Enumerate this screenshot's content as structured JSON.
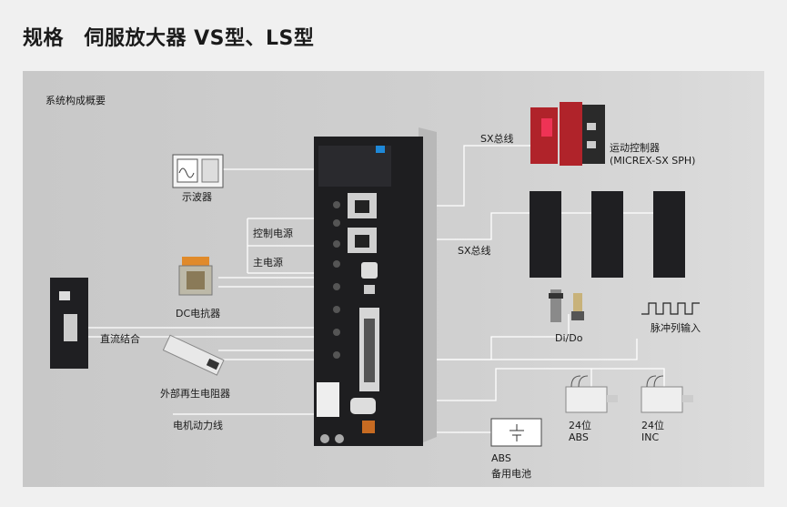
{
  "title": "规格　伺服放大器 VS型、LS型",
  "subtitle": "系统构成概要",
  "labels": {
    "oscilloscope": "示波器",
    "control_power": "控制电源",
    "main_power": "主电源",
    "dc_reactor": "DC电抗器",
    "dc_link": "直流结合",
    "regen_resistor": "外部再生电阻器",
    "motor_power_line": "电机动力线",
    "sx_bus_1": "SX总线",
    "sx_bus_2": "SX总线",
    "motion_controller": "运动控制器",
    "motion_controller_model": "(MICREX-SX SPH)",
    "dido": "Di/Do",
    "pulse_input": "脉冲列输入",
    "abs_bits": "24位",
    "abs_type": "ABS",
    "inc_bits": "24位",
    "inc_type": "INC",
    "battery_line1": "ABS",
    "battery_line2": "备用电池"
  },
  "colors": {
    "panel": "#cccccc",
    "line": "#ffffff",
    "amp": "#1e1e20",
    "controller_red": "#b0232a"
  }
}
